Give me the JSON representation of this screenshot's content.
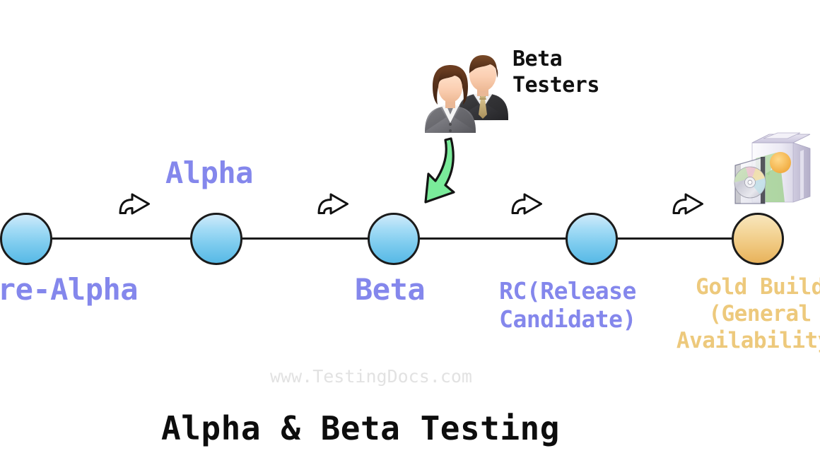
{
  "diagram": {
    "title": "Alpha & Beta Testing",
    "watermark": "www.TestingDocs.com",
    "colors": {
      "stage_label_purple": "#8487ec",
      "gold_label": "#edc97c",
      "node_blue": "#7ccbee",
      "node_gold": "#eec478",
      "green_arrow": "#7aeb9a",
      "title_black": "#0d0d0d",
      "watermark_gray": "#e2e2e2"
    },
    "stages": [
      {
        "id": "pre-alpha",
        "label": "Pre-Alpha",
        "node_color": "blue",
        "label_position": "below"
      },
      {
        "id": "alpha",
        "label": "Alpha",
        "node_color": "blue",
        "label_position": "above"
      },
      {
        "id": "beta",
        "label": "Beta",
        "node_color": "blue",
        "label_position": "below"
      },
      {
        "id": "rc",
        "label": "RC(Release\nCandidate)",
        "node_color": "blue",
        "label_position": "below"
      },
      {
        "id": "gold-build",
        "label": "Gold Build\n(General\nAvailability)",
        "node_color": "gold",
        "label_position": "below"
      }
    ],
    "transitions": [
      {
        "id": "arrow-1",
        "icon": "hooked-right-arrow-icon"
      },
      {
        "id": "arrow-2",
        "icon": "hooked-right-arrow-icon"
      },
      {
        "id": "arrow-3",
        "icon": "hooked-right-arrow-icon"
      },
      {
        "id": "arrow-4",
        "icon": "hooked-right-arrow-icon"
      }
    ],
    "annotation": {
      "label": "Beta\nTesters",
      "people_icon": "business-people-icon",
      "pointer_icon": "green-curved-arrow-icon",
      "points_to": "beta"
    },
    "release_artifact": {
      "icon": "software-box-cd-icon",
      "attached_to": "gold-build"
    }
  }
}
